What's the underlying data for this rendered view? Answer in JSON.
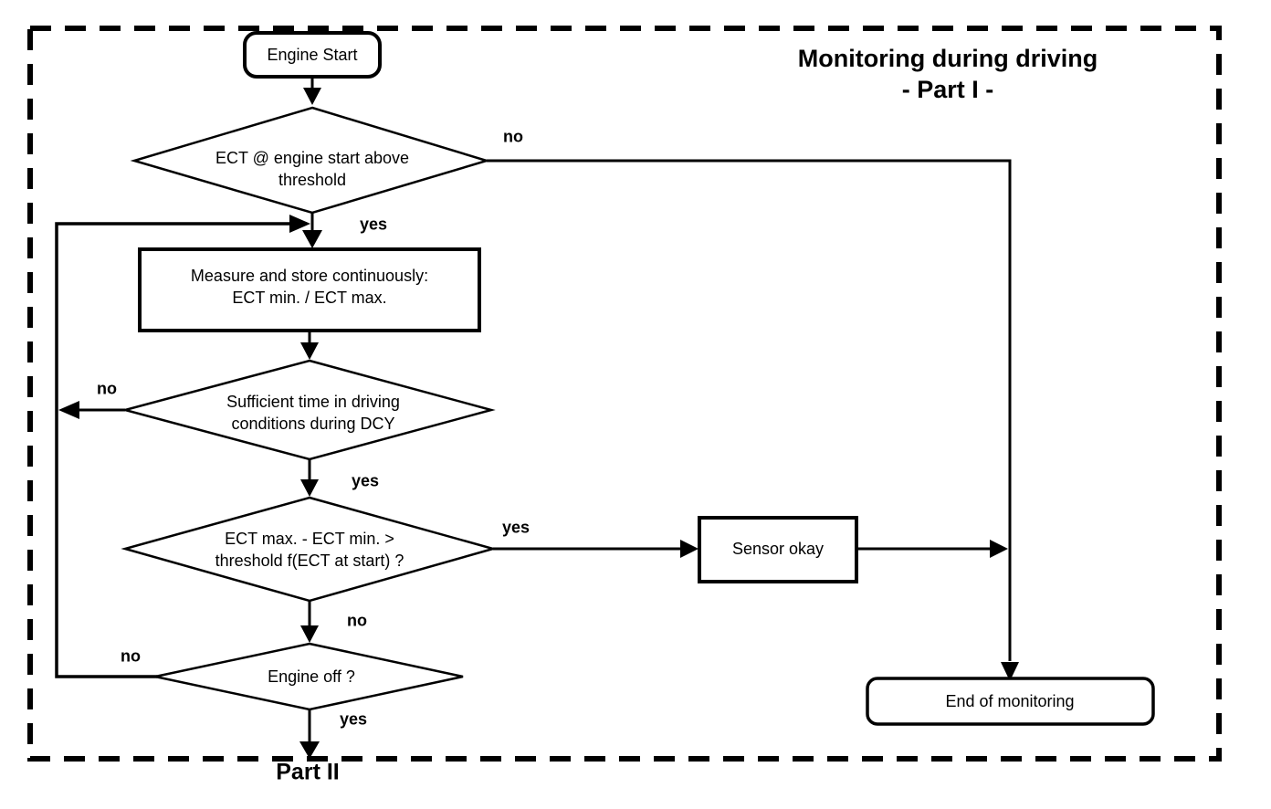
{
  "title": {
    "line1": "Monitoring during driving",
    "line2": "- Part I -"
  },
  "nodes": {
    "engine_start": {
      "label": "Engine Start"
    },
    "ect_start_check": {
      "line1": "ECT @ engine start above",
      "line2": "threshold"
    },
    "measure_store": {
      "line1": "Measure and store continuously:",
      "line2": "ECT min. / ECT max."
    },
    "sufficient_time": {
      "line1": "Sufficient time in driving",
      "line2": "conditions during DCY"
    },
    "ect_delta_check": {
      "line1": "ECT max. - ECT min. >",
      "line2": "threshold f(ECT at start) ?"
    },
    "sensor_okay": {
      "label": "Sensor okay"
    },
    "engine_off": {
      "label": "Engine off ?"
    },
    "end_monitoring": {
      "label": "End of monitoring"
    }
  },
  "edge_labels": {
    "ect_start_no": "no",
    "ect_start_yes": "yes",
    "sufficient_time_no": "no",
    "sufficient_time_yes": "yes",
    "ect_delta_yes": "yes",
    "ect_delta_no": "no",
    "engine_off_no": "no",
    "engine_off_yes": "yes"
  },
  "footer": {
    "next_part": "Part II"
  },
  "colors": {
    "line": "#000000",
    "background": "#ffffff"
  }
}
